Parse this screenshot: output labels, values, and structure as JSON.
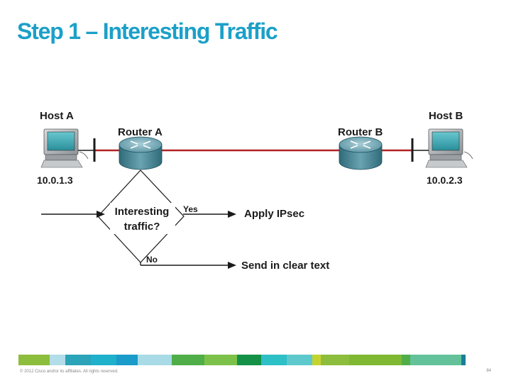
{
  "title": "Step 1 – Interesting Traffic",
  "hosts": {
    "a": {
      "label": "Host A",
      "ip": "10.0.1.3"
    },
    "b": {
      "label": "Host B",
      "ip": "10.0.2.3"
    }
  },
  "routers": {
    "a": "Router A",
    "b": "Router B"
  },
  "decision": {
    "line1": "Interesting",
    "line2": "traffic?",
    "yes": "Yes",
    "no": "No"
  },
  "outcomes": {
    "yes": "Apply IPsec",
    "no": "Send in clear text"
  },
  "footer": {
    "copyright": "© 2012 Cisco and/or its affiliates. All rights reserved.",
    "page": "84"
  },
  "colors": {
    "title": "#1ba0c8",
    "link": "#b22222",
    "router": "#4e8796"
  }
}
